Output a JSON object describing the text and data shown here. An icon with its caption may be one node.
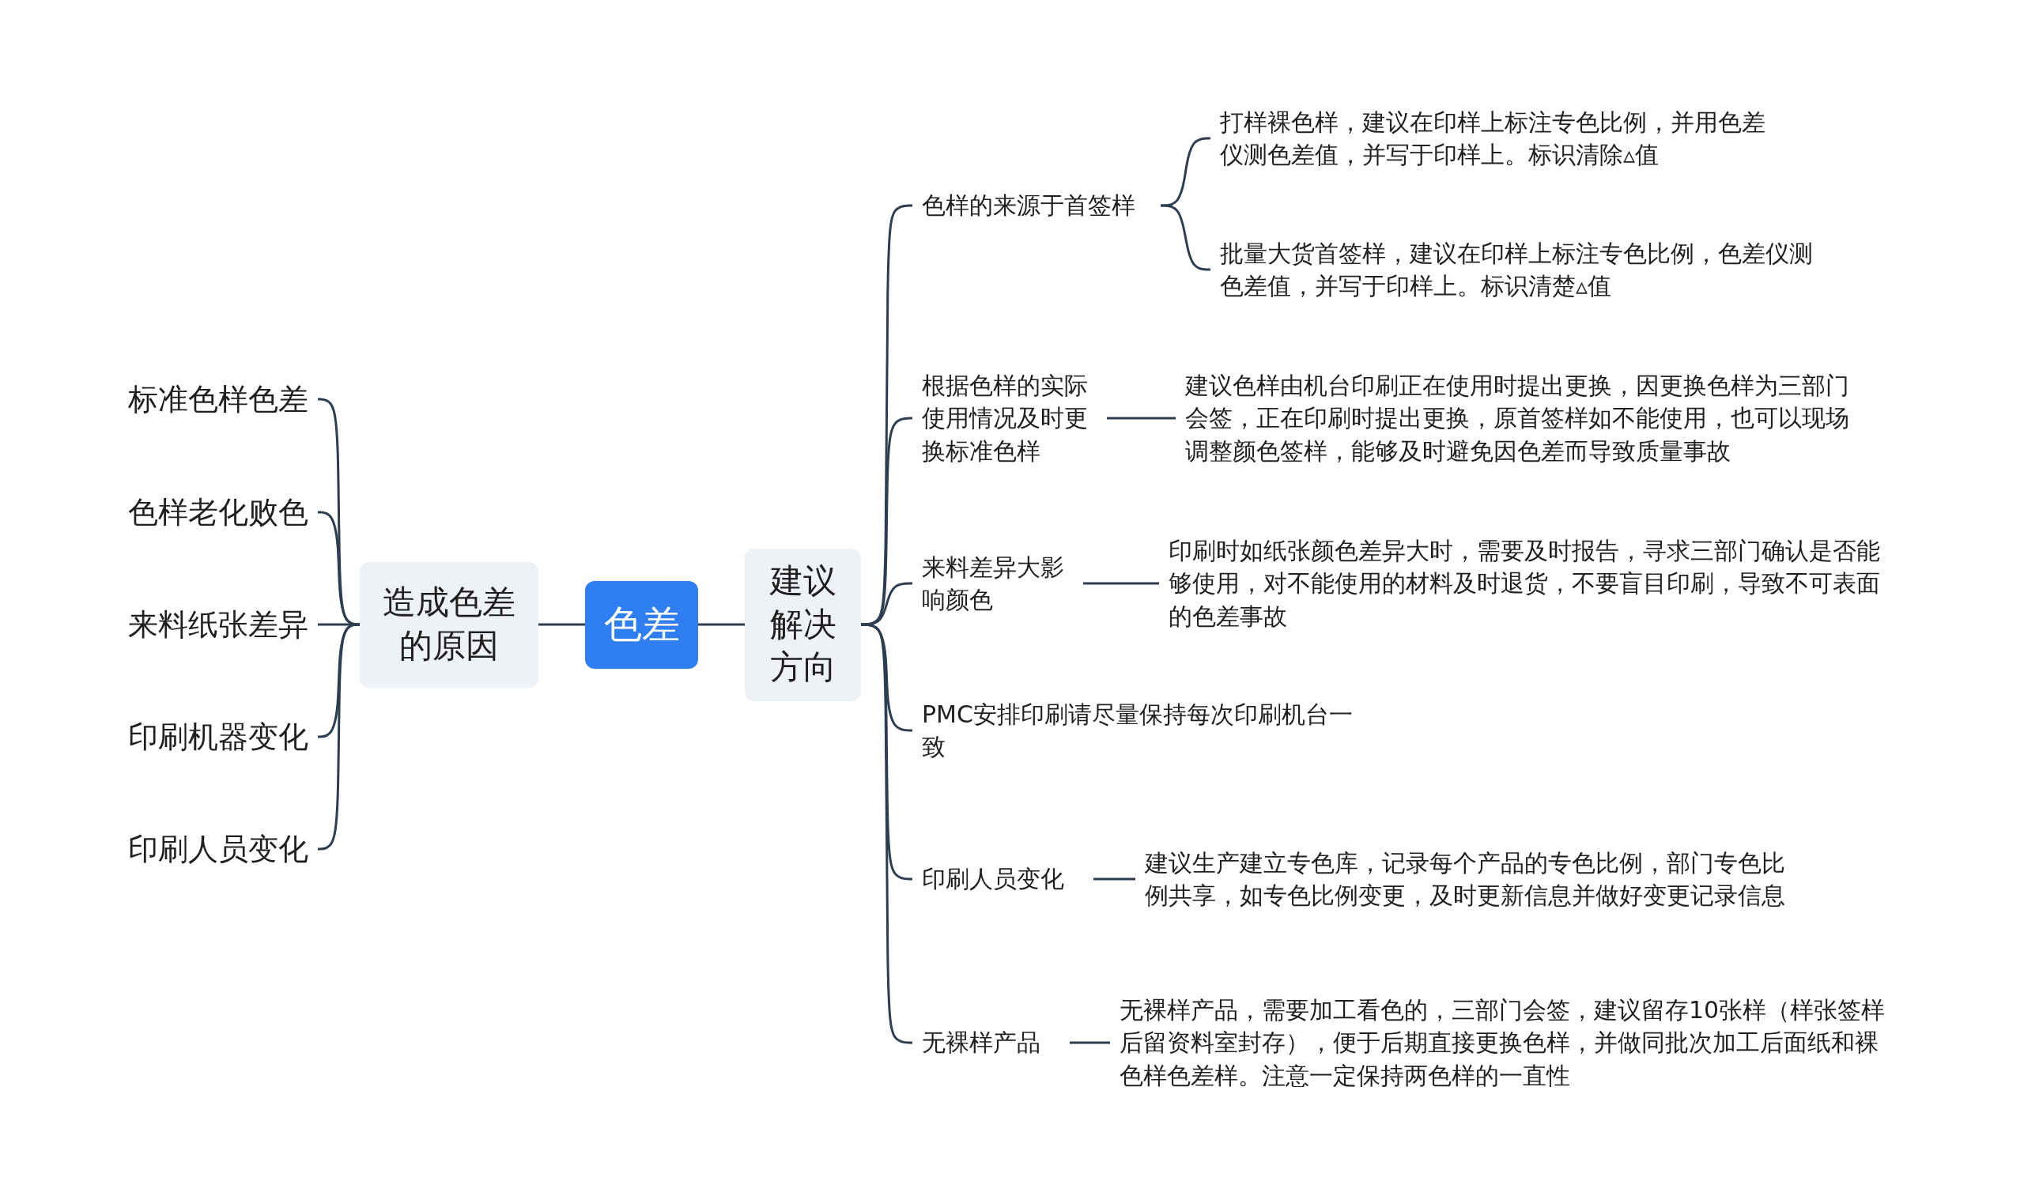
{
  "diagram": {
    "nodes": [
      {
        "text": [
          "色差"
        ]
      },
      {
        "text": [
          "造成色差的原因"
        ]
      },
      {
        "text": [
          "建议解决方向"
        ]
      },
      {
        "text": [
          "标准色样色差"
        ]
      },
      {
        "text": [
          "色样老化败色"
        ]
      },
      {
        "text": [
          "来料纸张差异"
        ]
      },
      {
        "text": [
          "印刷机器变化"
        ]
      },
      {
        "text": [
          "印刷人员变化"
        ]
      },
      {
        "text": [
          "色样的来源于首签样"
        ]
      },
      {
        "text": [
          "根据色样的实际使用情况及时更换标准色样"
        ]
      },
      {
        "text": [
          "来料差异大影响颜色"
        ]
      },
      {
        "text": [
          "PMC安排印刷请尽量保持每次印刷机台一致"
        ]
      },
      {
        "text": [
          "印刷人员变化"
        ]
      },
      {
        "text": [
          "无裸样产品"
        ]
      },
      {
        "text": [
          "打样裸色样，建议在印样上标注专色比例，并用色差仪测色差值，并写于印样上。标识清除▵值"
        ]
      },
      {
        "text": [
          "批量大货首签样，建议在印样上标注专色比例，色差仪测色差值，并写于印样上。标识清楚▵值"
        ]
      },
      {
        "text": [
          "建议色样由机台印刷正在使用时提出更换，因更换色样为三部门会签，正在印刷时提出更换，原首签样如不能使用，也可以现场调整颜色签样，能够及时避免因色差而导致质量事故"
        ]
      },
      {
        "text": [
          "印刷时如纸张颜色差异大时，需要及时报告，寻求三部门确认是否能够使用，对不能使用的材料及时退货，不要盲目印刷，导致不可表面的色差事故"
        ]
      },
      {
        "text": [
          "建议生产建立专色库，记录每个产品的专色比例，部门专色比例共享，如专色比例变更，及时更新信息并做好变更记录信息"
        ]
      },
      {
        "text": [
          "无裸样产品，需要加工看色的，三部门会签，建议留存10张样（样张签样后留资料室封存），便于后期直接更换色样，并做同批次加工后面纸和裸色样色差样。注意一定保持两色样的一直性"
        ]
      }
    ],
    "edges": [
      {
        "from": 0,
        "to": 1,
        "arrow": "none"
      },
      {
        "from": 0,
        "to": 2,
        "arrow": "none"
      },
      {
        "from": 1,
        "to": 3,
        "arrow": "none"
      },
      {
        "from": 1,
        "to": 4,
        "arrow": "none"
      },
      {
        "from": 1,
        "to": 5,
        "arrow": "none"
      },
      {
        "from": 1,
        "to": 6,
        "arrow": "none"
      },
      {
        "from": 1,
        "to": 7,
        "arrow": "none"
      },
      {
        "from": 2,
        "to": 8,
        "arrow": "none"
      },
      {
        "from": 2,
        "to": 9,
        "arrow": "none"
      },
      {
        "from": 2,
        "to": 10,
        "arrow": "none"
      },
      {
        "from": 2,
        "to": 11,
        "arrow": "none"
      },
      {
        "from": 2,
        "to": 12,
        "arrow": "none"
      },
      {
        "from": 2,
        "to": 13,
        "arrow": "none"
      },
      {
        "from": 8,
        "to": 14,
        "arrow": "none"
      },
      {
        "from": 8,
        "to": 15,
        "arrow": "none"
      },
      {
        "from": 9,
        "to": 16,
        "arrow": "none"
      },
      {
        "from": 10,
        "to": 17,
        "arrow": "none"
      },
      {
        "from": 12,
        "to": 18,
        "arrow": "none"
      },
      {
        "from": 13,
        "to": 19,
        "arrow": "none"
      }
    ]
  }
}
